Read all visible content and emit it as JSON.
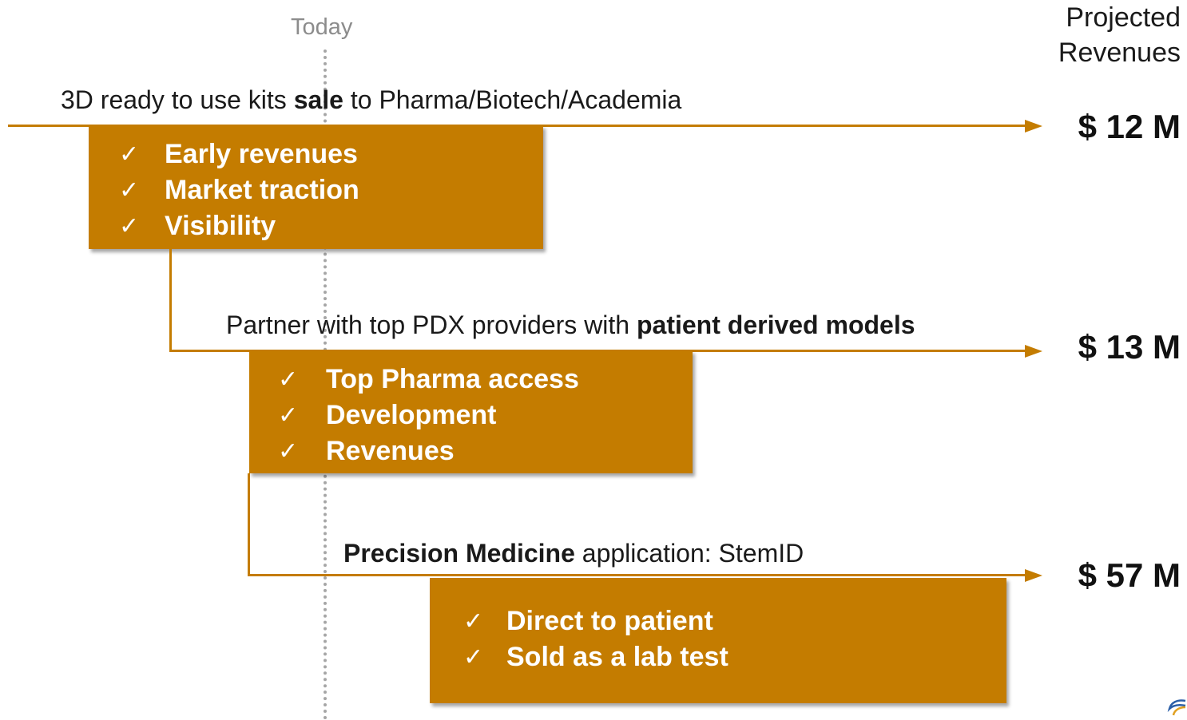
{
  "today": {
    "label": "Today"
  },
  "header": {
    "projected_line1": "Projected",
    "projected_line2": "Revenues"
  },
  "streams": [
    {
      "label_pre": "3D ready to use kits ",
      "label_bold": "sale",
      "label_post": " to Pharma/Biotech/Academia",
      "revenue": "$ 12 M",
      "benefits": [
        "Early revenues",
        "Market traction",
        "Visibility"
      ]
    },
    {
      "label_pre": "Partner with top PDX providers with ",
      "label_bold": "patient derived models",
      "label_post": "",
      "revenue": "$ 13 M",
      "benefits": [
        "Top Pharma access",
        "Development",
        "Revenues"
      ]
    },
    {
      "label_pre": "",
      "label_bold": "Precision Medicine",
      "label_post": " application: StemID",
      "revenue": "$ 57 M",
      "benefits": [
        "Direct to patient",
        "Sold as a lab test"
      ]
    }
  ],
  "check_glyph": "✓",
  "colors": {
    "accent": "#c47c00",
    "today_line": "#a6a6a6"
  },
  "icons": {
    "check": "check-icon",
    "logo": "company-logo-icon"
  }
}
